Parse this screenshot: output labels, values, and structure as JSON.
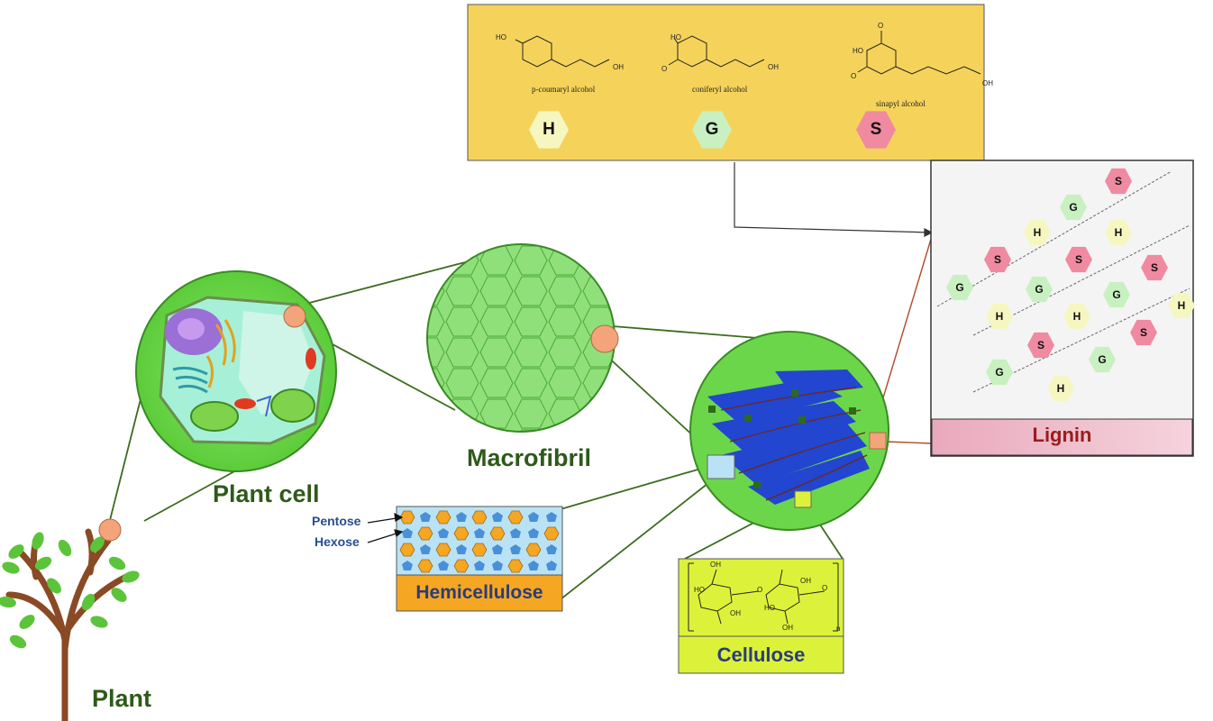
{
  "labels": {
    "plant": "Plant",
    "plant_cell": "Plant cell",
    "macrofibril": "Macrofibril",
    "lignin": "Lignin",
    "hemicellulose": "Hemicellulose",
    "cellulose": "Cellulose",
    "pentose": "Pentose",
    "hexose": "Hexose"
  },
  "monolignols": [
    {
      "name": "p-coumaryl alcohol",
      "letter": "H",
      "color": "#f6f7c0"
    },
    {
      "name": "coniferyl alcohol",
      "letter": "G",
      "color": "#c9f0c0"
    },
    {
      "name": "sinapyl alcohol",
      "letter": "S",
      "color": "#f08aa0"
    }
  ],
  "molecule_atoms": {
    "oh": "OH",
    "ho": "HO",
    "o": "O",
    "n": "n"
  },
  "lignin_units": [
    "S",
    "G",
    "H",
    "H",
    "S",
    "S",
    "S",
    "G",
    "G",
    "G",
    "H",
    "H",
    "H",
    "S",
    "S",
    "G",
    "G",
    "H"
  ],
  "colors": {
    "monolignol_panel": "#f5d35a",
    "cell_green": "#6cd64a",
    "fibril_blue": "#1f3fd8",
    "hemicellulose_bg": "#b9e3f5",
    "hemicellulose_bar": "#f5a623",
    "cellulose_bg": "#dcf23a",
    "lignin_bar": "#eab6c6",
    "label_green": "#2e5a1a",
    "lignin_text": "#9a1c1c",
    "connector": "#3d6b1f",
    "marker_orange": "#f4a47a"
  }
}
